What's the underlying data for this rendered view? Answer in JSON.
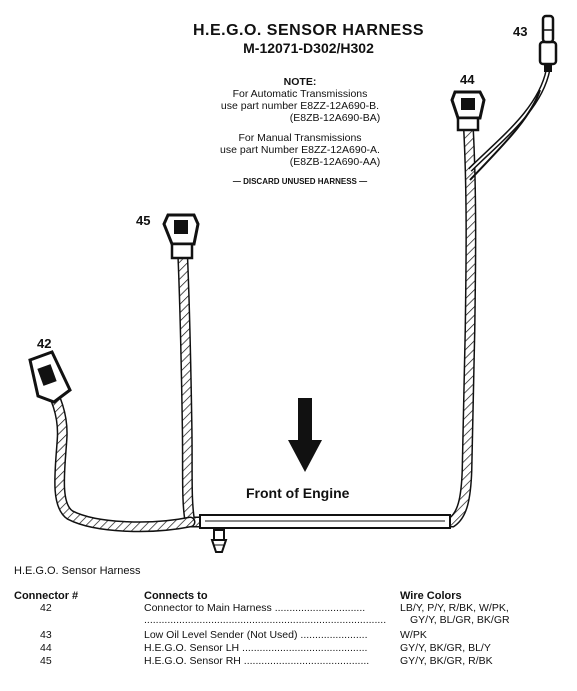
{
  "title": "H.E.G.O. SENSOR HARNESS",
  "subtitle": "M-12071-D302/H302",
  "note": {
    "heading": "NOTE:",
    "auto_line1": "For Automatic Transmissions",
    "auto_line2": "use part number E8ZZ-12A690-B.",
    "auto_line3": "(E8ZB-12A690-BA)",
    "manual_line1": "For Manual Transmissions",
    "manual_line2": "use part Number E8ZZ-12A690-A.",
    "manual_line3": "(E8ZB-12A690-AA)",
    "discard": "— DISCARD UNUSED HARNESS —"
  },
  "connector_labels": {
    "c42": "42",
    "c43": "43",
    "c44": "44",
    "c45": "45"
  },
  "front_label": "Front of Engine",
  "table": {
    "title": "H.E.G.O. Sensor Harness",
    "headers": {
      "connector": "Connector #",
      "connects_to": "Connects to",
      "wire_colors": "Wire Colors"
    },
    "rows": [
      {
        "num": "42",
        "connects_to": "Connector to Main Harness ...............................",
        "colors": "LB/Y, P/Y, R/BK, W/PK,",
        "colors2": "GY/Y, BL/GR, BK/GR",
        "dots2": "..................................................................................."
      },
      {
        "num": "43",
        "connects_to": "Low Oil Level Sender (Not Used) .......................",
        "colors": "W/PK"
      },
      {
        "num": "44",
        "connects_to": "H.E.G.O. Sensor LH ...........................................",
        "colors": "GY/Y, BK/GR, BL/Y"
      },
      {
        "num": "45",
        "connects_to": "H.E.G.O. Sensor RH ...........................................",
        "colors": "GY/Y, BK/GR, R/BK"
      }
    ]
  },
  "colors": {
    "ink": "#111111",
    "paper": "#ffffff"
  }
}
